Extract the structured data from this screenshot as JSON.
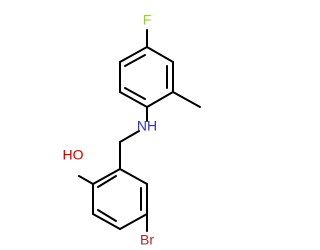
{
  "molecule": {
    "colors": {
      "bond": "#000000",
      "carbon": "#000000",
      "nitrogen": "#3333cc",
      "oxygen": "#cc0000",
      "bromine": "#a52a2a",
      "fluorine": "#9acd32"
    },
    "labels": {
      "fluorine": "F",
      "amine": "NH",
      "hydroxyl": "HO",
      "bromine": "Br"
    }
  }
}
